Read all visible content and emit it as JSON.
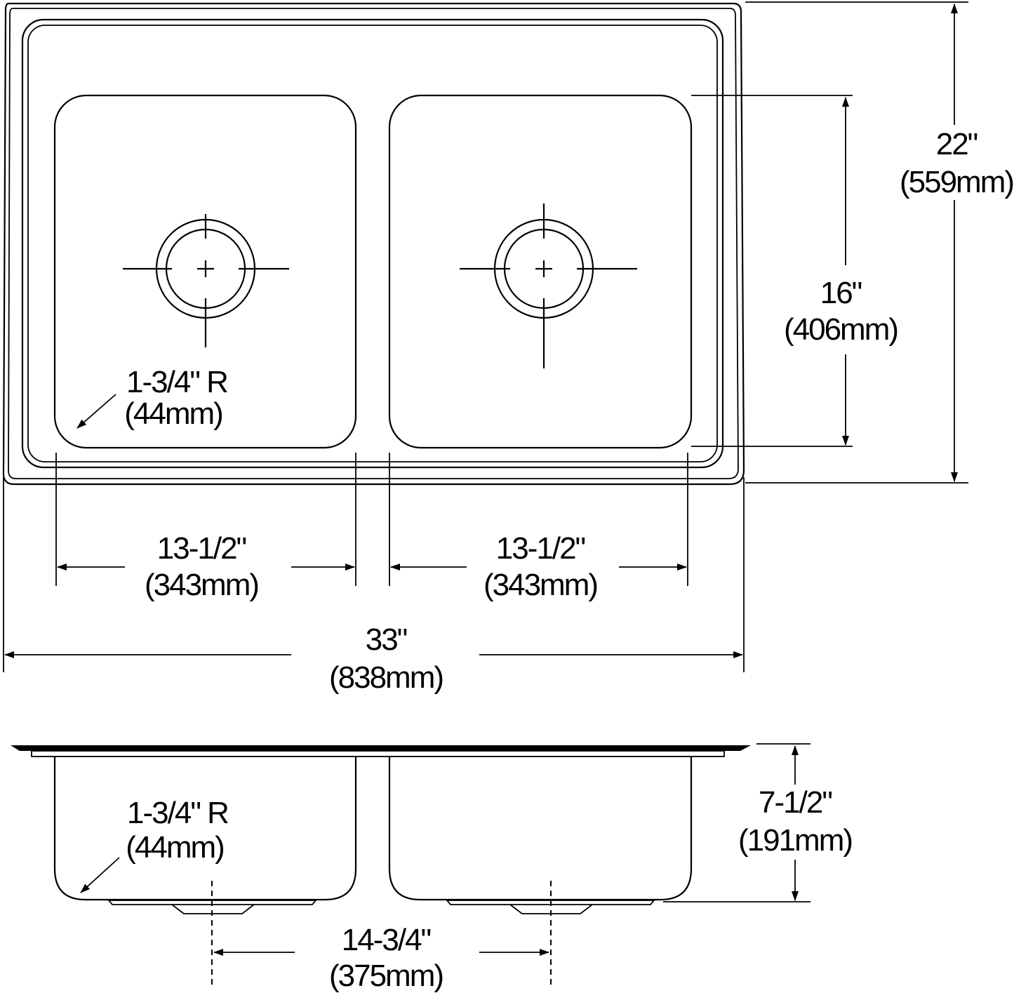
{
  "top_view": {
    "overall_depth": {
      "imperial": "22\"",
      "metric": "(559mm)"
    },
    "bowl_depth": {
      "imperial": "16\"",
      "metric": "(406mm)"
    },
    "left_bowl_width": {
      "imperial": "13-1/2\"",
      "metric": "(343mm)"
    },
    "right_bowl_width": {
      "imperial": "13-1/2\"",
      "metric": "(343mm)"
    },
    "overall_width": {
      "imperial": "33\"",
      "metric": "(838mm)"
    },
    "corner_radius": {
      "imperial": "1-3/4\" R",
      "metric": "(44mm)"
    }
  },
  "side_view": {
    "corner_radius": {
      "imperial": "1-3/4\" R",
      "metric": "(44mm)"
    },
    "bowl_height": {
      "imperial": "7-1/2\"",
      "metric": "(191mm)"
    },
    "drain_spacing": {
      "imperial": "14-3/4\"",
      "metric": "(375mm)"
    }
  }
}
